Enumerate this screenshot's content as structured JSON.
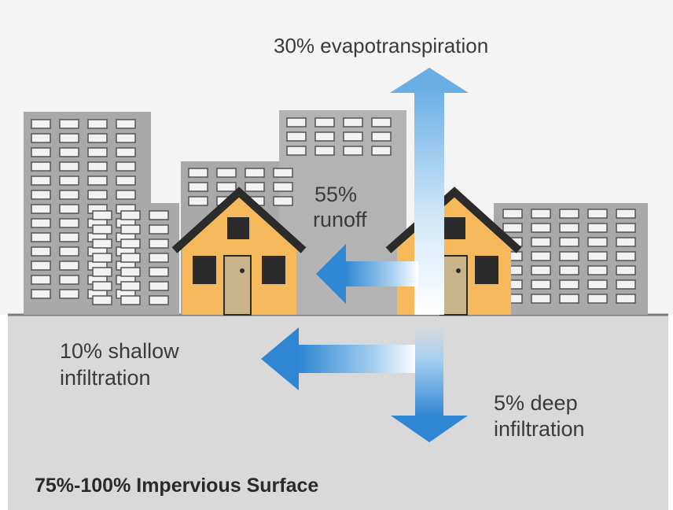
{
  "labels": {
    "evapotranspiration": "30% evapotranspiration",
    "runoff_pct": "55%",
    "runoff_word": "runoff",
    "shallow_pct": "10% shallow",
    "shallow_word": "infiltration",
    "deep_pct": "5% deep",
    "deep_word": "infiltration",
    "surface": "75%-100% Impervious Surface"
  },
  "colors": {
    "sky": "#f4f4f4",
    "ground": "#d9d9d9",
    "building": "#a9a9a9",
    "window": "#f2f2f2",
    "house_wall": "#f5b85a",
    "house_roof": "#2b2b2b",
    "arrow_blue": "#3d8fd6",
    "arrow_light": "#cfe6f7"
  }
}
